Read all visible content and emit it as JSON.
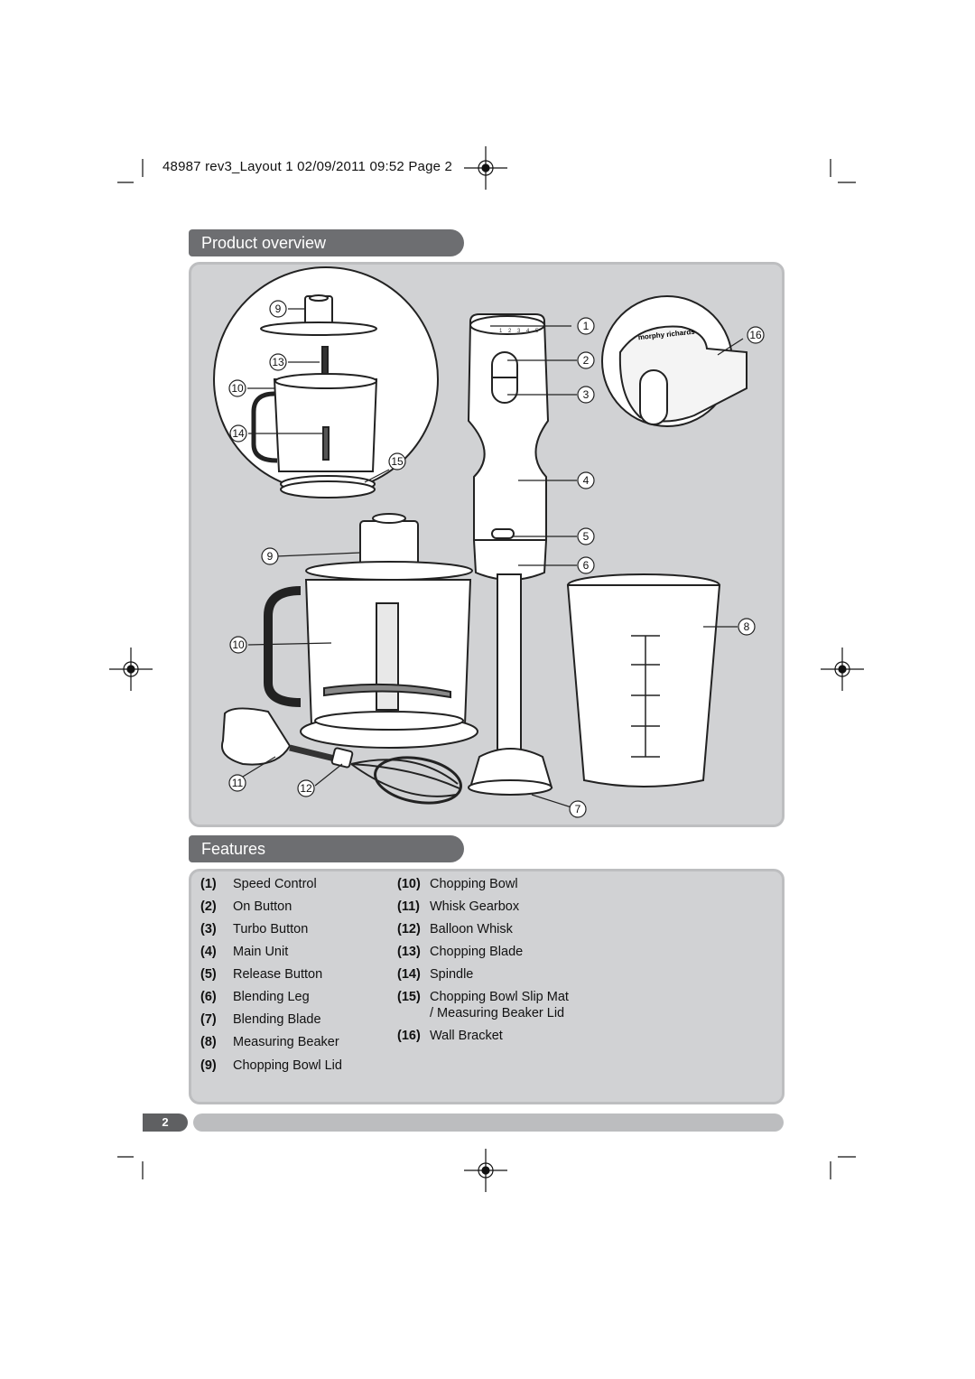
{
  "slug": "48987 rev3_Layout 1 02/09/2011 09:52 Page 2",
  "overview_title": "Product overview",
  "features_title": "Features",
  "brand_text": "morphy richards",
  "speed_marks": [
    "1",
    "2",
    "3",
    "4",
    "5"
  ],
  "callouts": [
    "9",
    "13",
    "10",
    "14",
    "15",
    "1",
    "2",
    "3",
    "4",
    "5",
    "6",
    "16",
    "9",
    "8",
    "10",
    "11",
    "12",
    "7"
  ],
  "features": [
    {
      "num": "(1)",
      "label": "Speed Control"
    },
    {
      "num": "(2)",
      "label": "On Button"
    },
    {
      "num": "(3)",
      "label": "Turbo Button"
    },
    {
      "num": "(4)",
      "label": "Main Unit"
    },
    {
      "num": "(5)",
      "label": "Release Button"
    },
    {
      "num": "(6)",
      "label": "Blending Leg"
    },
    {
      "num": "(7)",
      "label": "Blending Blade"
    },
    {
      "num": "(8)",
      "label": "Measuring Beaker"
    },
    {
      "num": "(9)",
      "label": "Chopping Bowl Lid"
    },
    {
      "num": "(10)",
      "label": "Chopping Bowl"
    },
    {
      "num": "(11)",
      "label": "Whisk Gearbox"
    },
    {
      "num": "(12)",
      "label": "Balloon Whisk"
    },
    {
      "num": "(13)",
      "label": "Chopping Blade"
    },
    {
      "num": "(14)",
      "label": "Spindle"
    },
    {
      "num": "(15)",
      "label": "Chopping Bowl Slip Mat"
    },
    {
      "num": "(16)",
      "label": "Wall Bracket"
    }
  ],
  "feature_15_line2": "/ Measuring Beaker Lid",
  "page_number": "2"
}
